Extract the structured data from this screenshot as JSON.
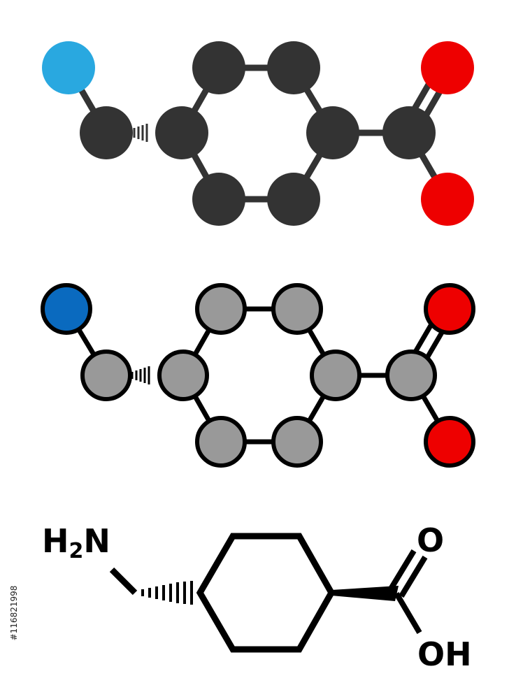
{
  "molecule": {
    "labels": {
      "amine_h": "H",
      "amine_sub": "2",
      "amine_n": "N",
      "carbonyl_o": "O",
      "hydroxyl": "OH"
    },
    "colors": {
      "carbon_top": "#333333",
      "nitrogen_top": "#29a8e0",
      "oxygen_top": "#ee0000",
      "carbon_mid": "#999999",
      "nitrogen_mid": "#0a6abf",
      "oxygen_mid": "#ee0000",
      "outline": "#000000",
      "bond": "#333333"
    }
  },
  "watermark": {
    "stock_id": "#116821998"
  }
}
